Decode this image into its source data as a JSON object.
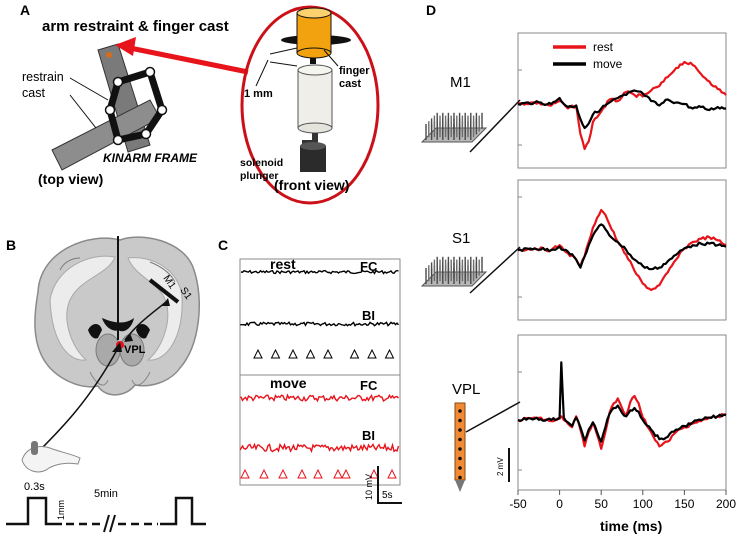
{
  "panelA": {
    "letter": "A",
    "title": "arm restraint & finger cast",
    "restrain_label_1": "restrain",
    "restrain_label_2": "cast",
    "kinarm_label": "KINARM FRAME",
    "top_view_label": "(top view)",
    "mm_label": "1 mm",
    "finger_label_1": "finger",
    "finger_label_2": "cast",
    "solenoid_label_1": "solenoid",
    "solenoid_label_2": "plunger",
    "front_view_label": "(front view)"
  },
  "panelB": {
    "letter": "B",
    "m1_label": "M1",
    "s1_label": "S1",
    "vpl_label": "VPL",
    "time_label": "0.3s",
    "amp_label": "1mm",
    "interval_label": "5min"
  },
  "panelC": {
    "letter": "C",
    "rest_label": "rest",
    "move_label": "move",
    "fc_label": "FC",
    "bi_label": "BI",
    "scale_v": "10 mV",
    "scale_t": "5s",
    "colors": {
      "rest": "#000000",
      "move": "#e8141b"
    },
    "stim_markers": 8
  },
  "panelD": {
    "letter": "D",
    "region_labels": [
      "M1",
      "S1",
      "VPL"
    ],
    "legend": [
      {
        "name": "rest",
        "color": "#e8141b"
      },
      {
        "name": "move",
        "color": "#000000"
      }
    ],
    "xlabel": "time (ms)",
    "x_ticks": [
      "-50",
      "0",
      "50",
      "100",
      "150",
      "200"
    ],
    "scale_label": "2 mV"
  },
  "chart_data": {
    "type": "line",
    "xlim": [
      -50,
      200
    ],
    "x_ticks": [
      -50,
      0,
      50,
      100,
      150,
      200
    ],
    "xlabel": "time (ms)",
    "panels": [
      {
        "region": "M1",
        "series": [
          {
            "name": "rest",
            "color": "#e8141b",
            "x": [
              -50,
              -30,
              -10,
              0,
              5,
              10,
              20,
              25,
              30,
              35,
              40,
              50,
              60,
              70,
              80,
              90,
              100,
              110,
              120,
              130,
              140,
              150,
              160,
              170,
              180,
              190,
              200
            ],
            "y": [
              0,
              0.1,
              -0.1,
              0.2,
              0,
              -0.3,
              -0.1,
              -2.0,
              -3.0,
              -2.5,
              -1.2,
              -0.5,
              0.3,
              0.2,
              0.8,
              0.6,
              0.5,
              0.9,
              1.2,
              1.8,
              2.4,
              2.8,
              2.6,
              2.0,
              1.5,
              1.0,
              0.6
            ]
          },
          {
            "name": "move",
            "color": "#000000",
            "x": [
              -50,
              -30,
              -10,
              0,
              5,
              10,
              20,
              25,
              30,
              35,
              40,
              50,
              60,
              70,
              80,
              90,
              100,
              110,
              120,
              130,
              140,
              150,
              160,
              170,
              180,
              190,
              200
            ],
            "y": [
              0,
              0.1,
              0,
              0.4,
              0,
              -0.2,
              -0.1,
              -1.0,
              -1.6,
              -1.3,
              -0.7,
              -0.3,
              0.1,
              0.4,
              0.6,
              0.9,
              0.7,
              0.2,
              -0.1,
              0.3,
              0.1,
              0,
              -0.3,
              -0.2,
              -0.4,
              -0.2,
              -0.3
            ]
          }
        ]
      },
      {
        "region": "S1",
        "series": [
          {
            "name": "rest",
            "color": "#e8141b",
            "x": [
              -50,
              -30,
              -10,
              0,
              5,
              10,
              20,
              25,
              30,
              35,
              40,
              45,
              50,
              55,
              60,
              70,
              80,
              90,
              100,
              110,
              120,
              130,
              140,
              150,
              160,
              170,
              180,
              190,
              200
            ],
            "y": [
              0,
              0.1,
              0,
              0.3,
              0,
              -0.2,
              -0.6,
              -1.0,
              -0.4,
              0.5,
              1.4,
              2.0,
              2.5,
              2.2,
              1.6,
              0.5,
              -0.3,
              -1.3,
              -2.1,
              -2.5,
              -2.2,
              -1.4,
              -0.6,
              0.1,
              0.5,
              0.7,
              0.8,
              0.6,
              0.3
            ]
          },
          {
            "name": "move",
            "color": "#000000",
            "x": [
              -50,
              -30,
              -10,
              0,
              5,
              10,
              20,
              25,
              30,
              35,
              40,
              45,
              50,
              55,
              60,
              70,
              80,
              90,
              100,
              110,
              120,
              130,
              140,
              150,
              160,
              170,
              180,
              190,
              200
            ],
            "y": [
              0,
              0.1,
              0,
              0.2,
              0,
              -0.1,
              -0.6,
              -1.1,
              -0.4,
              0.3,
              0.9,
              1.3,
              1.6,
              1.3,
              0.9,
              0.5,
              0,
              -0.6,
              -1.0,
              -1.2,
              -1.1,
              -0.7,
              -0.3,
              0.1,
              0.3,
              0.4,
              0.4,
              0.3,
              0.2
            ]
          }
        ]
      },
      {
        "region": "VPL",
        "series": [
          {
            "name": "rest",
            "color": "#e8141b",
            "x": [
              -50,
              -30,
              -10,
              0,
              2,
              5,
              10,
              15,
              20,
              25,
              30,
              35,
              40,
              45,
              50,
              55,
              60,
              65,
              70,
              75,
              80,
              85,
              90,
              95,
              100,
              110,
              120,
              130,
              140,
              150,
              160,
              170,
              180,
              190,
              200
            ],
            "y": [
              0,
              0.2,
              -0.1,
              0.1,
              0.3,
              0,
              -0.3,
              -0.6,
              0.3,
              -0.8,
              -2.2,
              -1.0,
              -0.2,
              -1.2,
              -2.4,
              -1.0,
              0.6,
              1.4,
              1.8,
              1.0,
              0.4,
              1.5,
              2.0,
              1.4,
              0.2,
              -1.0,
              -2.2,
              -1.8,
              -1.0,
              -0.6,
              -0.3,
              -0.1,
              0.2,
              0.3,
              0.5
            ]
          },
          {
            "name": "move",
            "color": "#000000",
            "x": [
              -50,
              -30,
              -10,
              0,
              2,
              5,
              10,
              15,
              20,
              25,
              30,
              35,
              40,
              45,
              50,
              55,
              60,
              65,
              70,
              75,
              80,
              85,
              90,
              95,
              100,
              110,
              120,
              130,
              140,
              150,
              160,
              170,
              180,
              190,
              200
            ],
            "y": [
              0,
              0.1,
              0,
              0.2,
              4.8,
              0.2,
              -0.2,
              -0.5,
              0.2,
              -0.6,
              -1.7,
              -0.8,
              -0.2,
              -1.0,
              -1.8,
              -0.6,
              0.5,
              1.0,
              1.2,
              0.6,
              0.3,
              0.8,
              1.0,
              0.7,
              0,
              -0.8,
              -1.6,
              -1.4,
              -0.8,
              -0.5,
              -0.2,
              0,
              0.2,
              0.3,
              0.4
            ]
          }
        ]
      }
    ]
  }
}
